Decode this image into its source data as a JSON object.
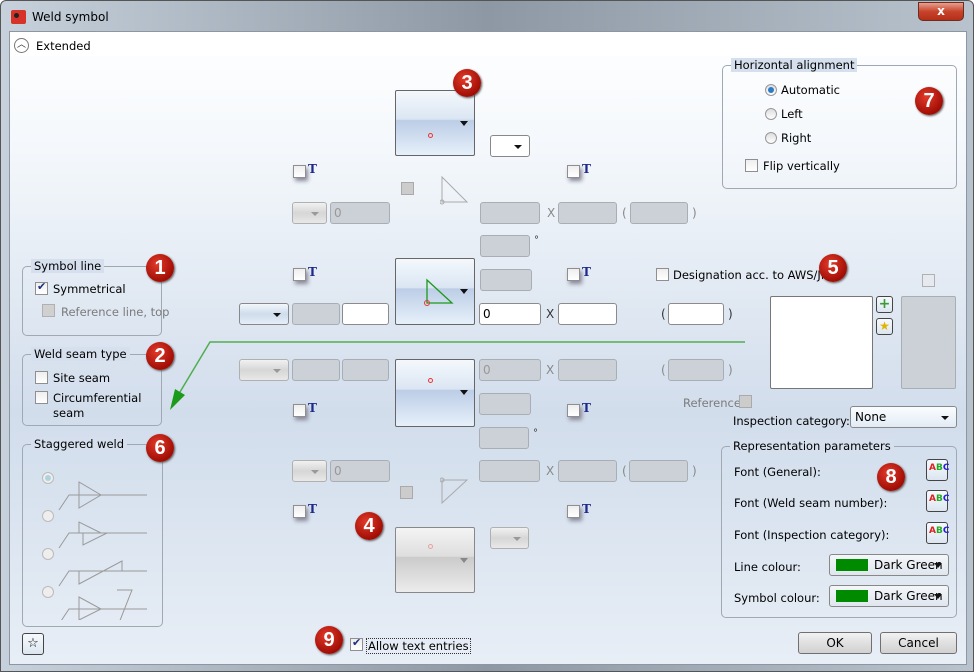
{
  "window": {
    "title": "Weld symbol",
    "close_label": "x"
  },
  "extended": {
    "label": "Extended"
  },
  "symbol_line": {
    "title": "Symbol line",
    "symmetrical": {
      "label": "Symmetrical",
      "checked": true
    },
    "reference_line_top": {
      "label": "Reference line, top",
      "checked": false,
      "disabled": true
    }
  },
  "weld_seam_type": {
    "title": "Weld seam type",
    "site_seam": {
      "label": "Site seam",
      "checked": false
    },
    "circumferential_seam": {
      "label": "Circumferential seam",
      "checked": false
    }
  },
  "staggered_weld": {
    "title": "Staggered weld",
    "selected_index": 0
  },
  "horizontal_alignment": {
    "title": "Horizontal alignment",
    "options": [
      "Automatic",
      "Left",
      "Right"
    ],
    "selected": "Automatic",
    "flip_vertically": {
      "label": "Flip vertically",
      "checked": false
    }
  },
  "designation": {
    "label": "Designation acc. to AWS/JIS",
    "checked": false
  },
  "reference": {
    "label": "Reference"
  },
  "inspection_category": {
    "label": "Inspection category:",
    "value": "None"
  },
  "representation": {
    "title": "Representation parameters",
    "font_general": "Font (General):",
    "font_weld_seam_number": "Font (Weld seam number):",
    "font_inspection_category": "Font (Inspection category):",
    "line_colour": {
      "label": "Line colour:",
      "value": "Dark Green",
      "color": "#008a00"
    },
    "symbol_colour": {
      "label": "Symbol colour:",
      "value": "Dark Green",
      "color": "#008a00"
    }
  },
  "fields": {
    "upper_dis_prefix": "0",
    "upper_size": "0",
    "lower_size": "0",
    "lower_dis_prefix": "0",
    "x_sep": "X",
    "degree": "°",
    "paren_open": "(",
    "paren_close": ")"
  },
  "text_toggle": {
    "label": "T"
  },
  "allow_text_entries": {
    "label": "Allow text entries",
    "checked": true
  },
  "buttons": {
    "ok": "OK",
    "cancel": "Cancel"
  },
  "callouts": [
    "1",
    "2",
    "3",
    "4",
    "5",
    "6",
    "7",
    "8",
    "9"
  ],
  "icons": {
    "add": "plus-icon",
    "favorite": "star-icon",
    "font": "font-abc-icon"
  }
}
